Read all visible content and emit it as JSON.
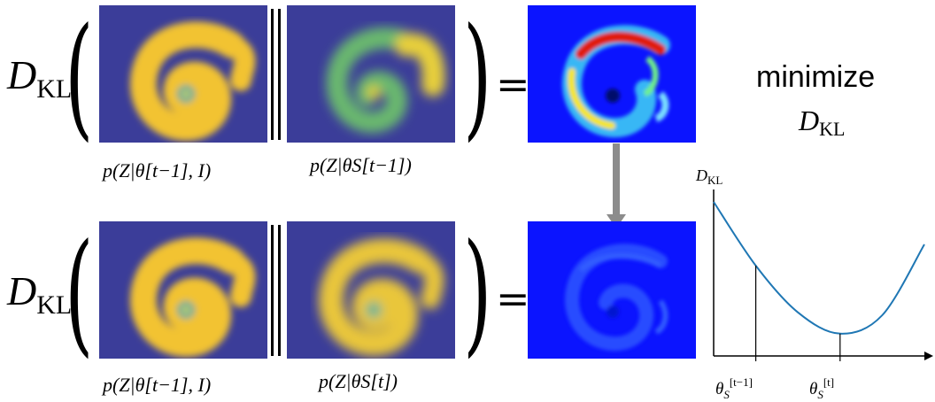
{
  "kl_symbol": "D",
  "kl_subscript": "KL",
  "equals": "=",
  "parens": {
    "open": "(",
    "close": ")"
  },
  "row_top": {
    "caption_left": "p(Z|θ[t−1], I)",
    "caption_right": "p(Z|θS[t−1])"
  },
  "row_bottom": {
    "caption_left": "p(Z|θ[t−1], I)",
    "caption_right": "p(Z|θS[t])"
  },
  "objective": {
    "verb": "minimize",
    "symbol": "D",
    "subscript": "KL"
  },
  "chart_data": {
    "type": "line",
    "ylabel": "D_KL",
    "xlabel": "",
    "x_ticks": [
      "θS[t−1]",
      "θS[t]"
    ],
    "x": [
      0,
      0.2,
      0.4,
      0.6,
      0.8,
      1.0
    ],
    "y": [
      1.0,
      0.55,
      0.22,
      0.07,
      0.2,
      0.7
    ],
    "markers": [
      {
        "label": "θS[t−1]",
        "x": 0.2
      },
      {
        "label": "θS[t]",
        "x": 0.6
      }
    ],
    "grid": false
  },
  "colors": {
    "heat_background": "#3b3d99",
    "jet_background": "#0b14ff",
    "jet_hot": "#e01a10",
    "arrow": "#8c8c8c",
    "curve": "#1f77b4"
  }
}
